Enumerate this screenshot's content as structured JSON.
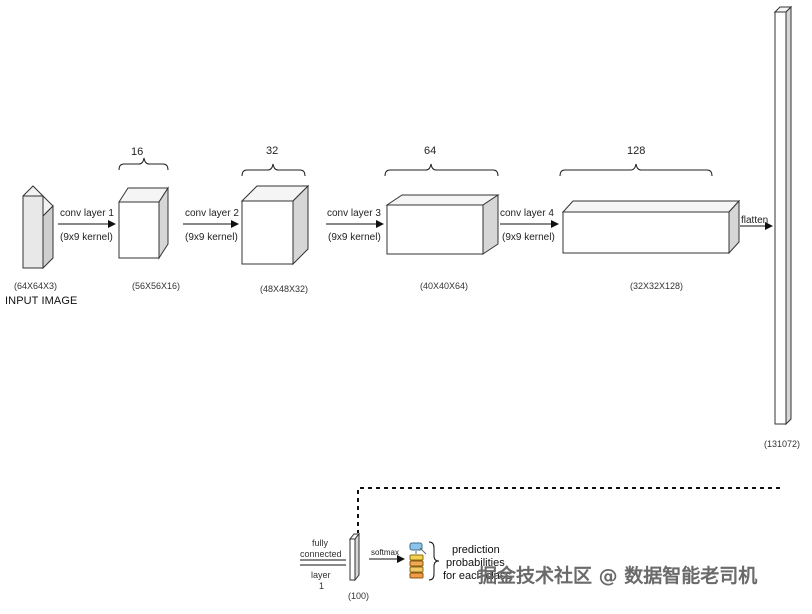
{
  "blocks": [
    {
      "id": "input",
      "dims": "(64X64X3)"
    },
    {
      "id": "conv1",
      "dims": "(56X56X16)",
      "filters": "16"
    },
    {
      "id": "conv2",
      "dims": "(48X48X32)",
      "filters": "32"
    },
    {
      "id": "conv3",
      "dims": "(40X40X64)",
      "filters": "64"
    },
    {
      "id": "conv4",
      "dims": "(32X32X128)",
      "filters": "128"
    }
  ],
  "input_label": "INPUT IMAGE",
  "layers": [
    {
      "label": "conv layer 1",
      "kernel": "(9x9 kernel)"
    },
    {
      "label": "conv layer 2",
      "kernel": "(9x9 kernel)"
    },
    {
      "label": "conv layer 3",
      "kernel": "(9x9 kernel)"
    },
    {
      "label": "conv layer 4",
      "kernel": "(9x9 kernel)"
    }
  ],
  "flatten_label": "flatten",
  "flat_dims": "(131072)",
  "fc": {
    "label": "fully\nconnected\nlayer\n1",
    "label_top": "fully connected",
    "label_line1": "fully",
    "label_line2": "connected",
    "label_line3": "layer",
    "label_line4": "1",
    "dims": "(100)"
  },
  "softmax_label": "softmax",
  "prediction_line1": "prediction",
  "prediction_line2": "probabilities",
  "prediction_line3": "for each class",
  "watermark": "掘金技术社区 @ 数据智能老司机"
}
